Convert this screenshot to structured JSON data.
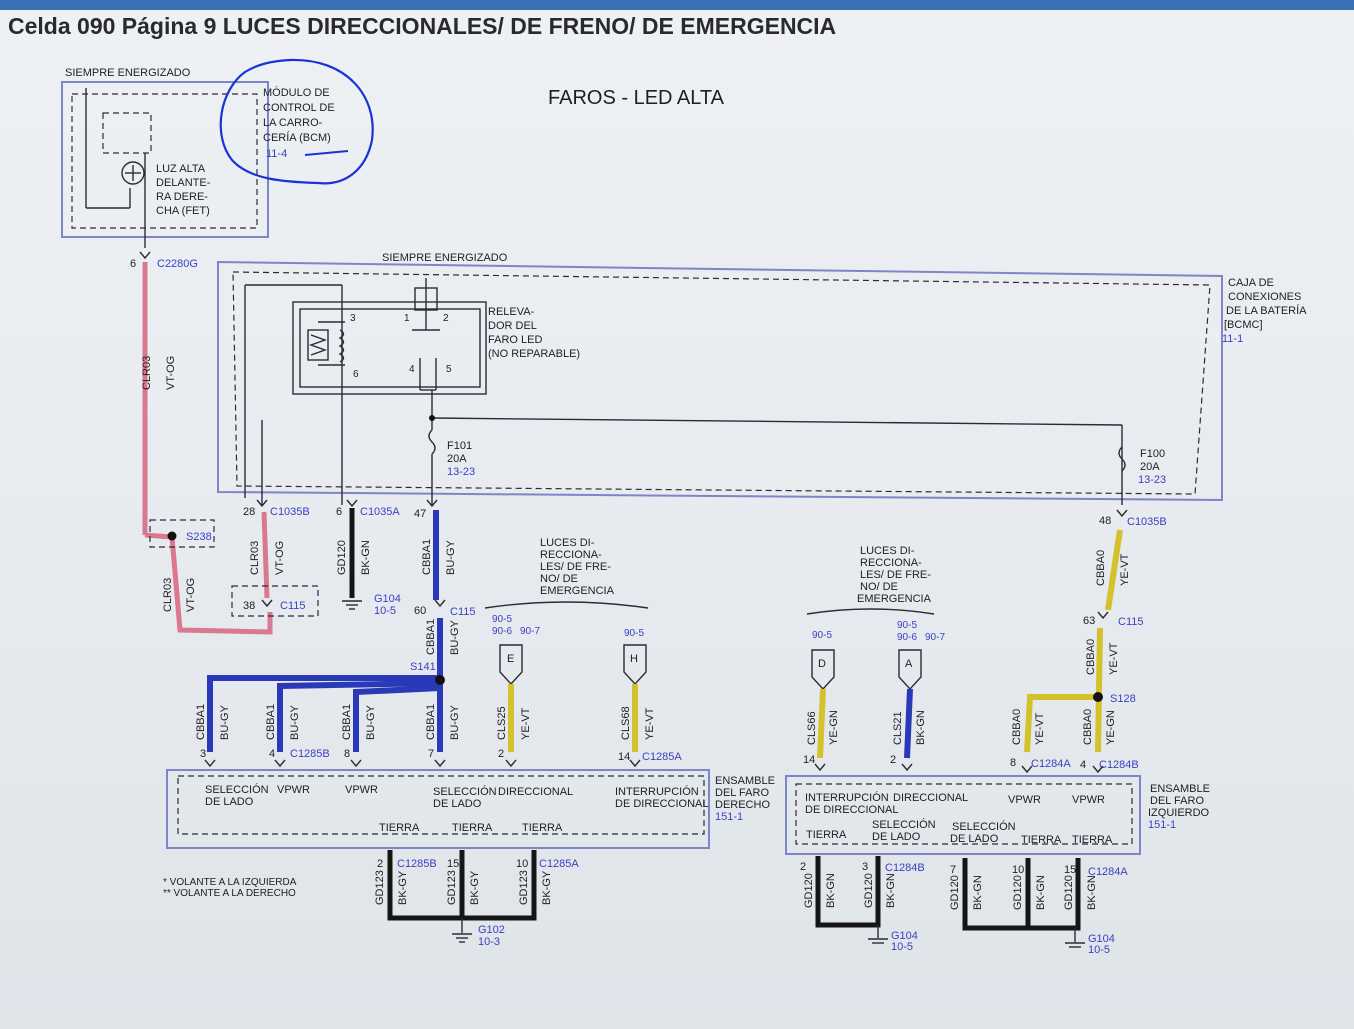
{
  "page": {
    "title": "Celda 090 Página 9 LUCES DIRECCIONALES/ DE FRENO/ DE EMERGENCIA",
    "subtitle": "FAROS - LED ALTA"
  },
  "bcm": {
    "power_label": "SIEMPRE ENERGIZADO",
    "module_lines": [
      "MÓDULO DE",
      "CONTROL DE",
      "LA CARRO-",
      "CERÍA (BCM)"
    ],
    "module_ref": "11-4",
    "lamp_lines": [
      "LUZ ALTA",
      "DELANTE-",
      "RA DERE-",
      "CHA (FET)"
    ]
  },
  "bjb": {
    "power_label": "SIEMPRE ENERGIZADO",
    "title_lines": [
      "CAJA DE",
      "CONEXIONES",
      "DE LA BATERÍA",
      "[BCMC]"
    ],
    "ref": "11-1",
    "relay_lines": [
      "RELEVA-",
      "DOR DEL",
      "FARO LED",
      "(NO REPARABLE)"
    ],
    "relay_pins": [
      "3",
      "1",
      "2",
      "6",
      "4",
      "5"
    ],
    "f101": [
      "F101",
      "20A",
      "13-23"
    ],
    "f100": [
      "F100",
      "20A",
      "13-23"
    ]
  },
  "connectors": {
    "c2280g": {
      "pin": "6",
      "name": "C2280G"
    },
    "c1035b_left": {
      "pin": "28",
      "name": "C1035B"
    },
    "c1035a": {
      "pin": "6",
      "name": "C1035A"
    },
    "c1035a_pin2": "47",
    "c1035b_right": {
      "pin": "48",
      "name": "C1035B"
    },
    "s238": "S238",
    "c115_left": {
      "pin": "38",
      "name": "C115"
    },
    "c115_mid": {
      "pin": "60",
      "name": "C115"
    },
    "c115_right": {
      "pin": "63",
      "name": "C115"
    },
    "g104_top": [
      "G104",
      "10-5"
    ],
    "s141": "S141",
    "s128": "S128"
  },
  "wires": {
    "clr03": "CLR03",
    "vt_og": "VT-OG",
    "gd120": "GD120",
    "bk_gn": "BK-GN",
    "cbba1": "CBBA1",
    "bu_gy": "BU-GY",
    "cbba0": "CBBA0",
    "ye_vt": "YE-VT",
    "ye_gn": "YE-GN",
    "cls25": "CLS25",
    "cls68": "CLS68",
    "cls66": "CLS66",
    "cls21": "CLS21",
    "gd123": "GD123",
    "bk_gy": "BK-GY"
  },
  "turn_left": {
    "title_lines": [
      "LUCES DI-",
      "RECCIONA-",
      "LES/ DE FRE-",
      "NO/ DE",
      "EMERGENCIA"
    ],
    "refs_e": [
      "90-5",
      "90-6",
      "90-7"
    ],
    "ref_h": "90-5",
    "tag_e": "E",
    "tag_h": "H"
  },
  "turn_right": {
    "title_lines": [
      "LUCES DI-",
      "RECCIONA-",
      "LES/ DE FRE-",
      "NO/ DE",
      "EMERGENCIA"
    ],
    "ref_d": "90-5",
    "refs_a": [
      "90-5",
      "90-6",
      "90-7"
    ],
    "tag_d": "D",
    "tag_a": "A"
  },
  "right_headlamp": {
    "title_lines": [
      "ENSAMBLE",
      "DEL FARO",
      "DERECHO"
    ],
    "ref": "151-1",
    "pins_top": [
      "3",
      "4",
      "8",
      "7",
      "2",
      "14"
    ],
    "c1285b": "C1285B",
    "c1285a": "C1285A",
    "labels": {
      "sel1": [
        "SELECCIÓN",
        "DE LADO"
      ],
      "vpwr1": "VPWR",
      "vpwr2": "VPWR",
      "sel2": [
        "SELECCIÓN",
        "DE LADO"
      ],
      "dir": "DIRECCIONAL",
      "int": [
        "INTERRUPCIÓN",
        "DE DIRECCIONAL"
      ],
      "tierra": "TIERRA"
    },
    "pins_bottom": [
      "2",
      "15",
      "10"
    ],
    "ground": [
      "G102",
      "10-3"
    ]
  },
  "left_headlamp": {
    "title_lines": [
      "ENSAMBLE",
      "DEL FARO",
      "IZQUIERDO"
    ],
    "ref": "151-1",
    "pins_top": [
      "14",
      "2",
      "8",
      "4"
    ],
    "c1284a": "C1284A",
    "c1284b": "C1284B",
    "labels": {
      "int": [
        "INTERRUPCIÓN",
        "DE DIRECCIONAL"
      ],
      "dir": "DIRECCIONAL",
      "vpwr": "VPWR",
      "sel1": [
        "SELECCIÓN",
        "DE LADO"
      ],
      "sel2": [
        "SELECCIÓN",
        "DE LADO"
      ],
      "tierra": "TIERRA"
    },
    "pins_bottom": [
      "2",
      "3",
      "7",
      "10",
      "15"
    ],
    "ground": [
      "G104",
      "10-5"
    ]
  },
  "legend": {
    "line1": "* VOLANTE A LA IZQUIERDA",
    "line2": "** VOLANTE A LA DERECHO"
  },
  "colors": {
    "pink": "#d9788f",
    "blue": "#2a39b8",
    "yellow": "#d5c12c",
    "black": "#151515",
    "annotation": "#1b33d6"
  }
}
